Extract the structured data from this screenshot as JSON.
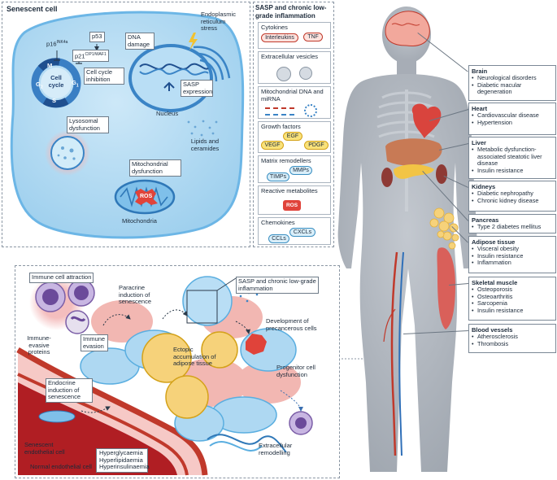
{
  "senescent_cell": {
    "title": "Senescent cell",
    "p16": "p16",
    "p16_sup": "INK4a",
    "p53": "p53",
    "p21": "p21",
    "p21_sup": "CIP1/WAF1",
    "cell_cycle": "Cell cycle",
    "phase_m": "M",
    "phase_g2": "G",
    "phase_g1": "G",
    "phase_s": "S",
    "cc_inhibition": "Cell cycle inhibition",
    "dna_damage": "DNA damage",
    "er_stress": "Endoplasmic reticulum stress",
    "sasp_expression": "SASP expression",
    "nucleus": "Nucleus",
    "lysosomal": "Lysosomal dysfunction",
    "lipids": "Lipids and ceramides",
    "mito_dysfunction": "Mitochondrial dysfunction",
    "ros": "ROS",
    "mitochondria": "Mitochondria"
  },
  "sasp": {
    "title": "SASP and chronic low-grade inflammation",
    "cytokines": "Cytokines",
    "interleukins": "Interleukins",
    "tnf": "TNF",
    "ev": "Extracellular vesicles",
    "mito_dna": "Mitochondrial DNA and miRNA",
    "growth": "Growth factors",
    "egf": "EGF",
    "vegf": "VEGF",
    "pdgf": "PDGF",
    "matrix": "Matrix remodellers",
    "timps": "TIMPs",
    "mmps": "MMPs",
    "reactive": "Reactive metabolites",
    "ros": "ROS",
    "chemokines": "Chemokines",
    "ccls": "CCLs",
    "cxcls": "CXCLs"
  },
  "tissue": {
    "immune_attraction": "Immune cell attraction",
    "immune_evasive": "Immune-evasive proteins",
    "immune_evasion": "Immune evasion",
    "paracrine": "Paracrine induction of senescence",
    "sasp_inflammation": "SASP and chronic low-grade inflammation",
    "precancerous": "Development of precancerous cells",
    "ectopic": "Ectopic accumulation of adipose tissue",
    "progenitor": "Progenitor cell dysfunction",
    "endocrine": "Endocrine induction of senescence",
    "senescent_endo": "Senescent endothelial cell",
    "normal_endo": "Normal endothelial cell",
    "metabolic": [
      "Hyperglycaemia",
      "Hyperlipidaemia",
      "Hyperinsulinaemia"
    ],
    "ecm": "Extracellular remodelling"
  },
  "organs": [
    {
      "name": "Brain",
      "items": [
        "Neurological disorders",
        "Diabetic macular degeneration"
      ]
    },
    {
      "name": "Heart",
      "items": [
        "Cardiovascular disease",
        "Hypertension"
      ]
    },
    {
      "name": "Liver",
      "items": [
        "Metabolic dysfunction-associated steatotic liver disease",
        "Insulin resistance"
      ]
    },
    {
      "name": "Kidneys",
      "items": [
        "Diabetic nephropathy",
        "Chronic kidney disease"
      ]
    },
    {
      "name": "Pancreas",
      "items": [
        "Type 2 diabetes mellitus"
      ]
    },
    {
      "name": "Adipose tissue",
      "items": [
        "Visceral obesity",
        "Insulin resistance",
        "Inflammation"
      ]
    },
    {
      "name": "Skeletal muscle",
      "items": [
        "Osteoporosis",
        "Osteoarthritis",
        "Sarcopenia",
        "Insulin resistance"
      ]
    },
    {
      "name": "Blood vessels",
      "items": [
        "Atherosclerosis",
        "Thrombosis"
      ]
    }
  ],
  "colors": {
    "cell_fill": "#aed8f2",
    "cell_border": "#5aaee0",
    "body_fill": "#b6bcc4",
    "ros": "#e0433a",
    "adipose": "#f6d27a"
  }
}
